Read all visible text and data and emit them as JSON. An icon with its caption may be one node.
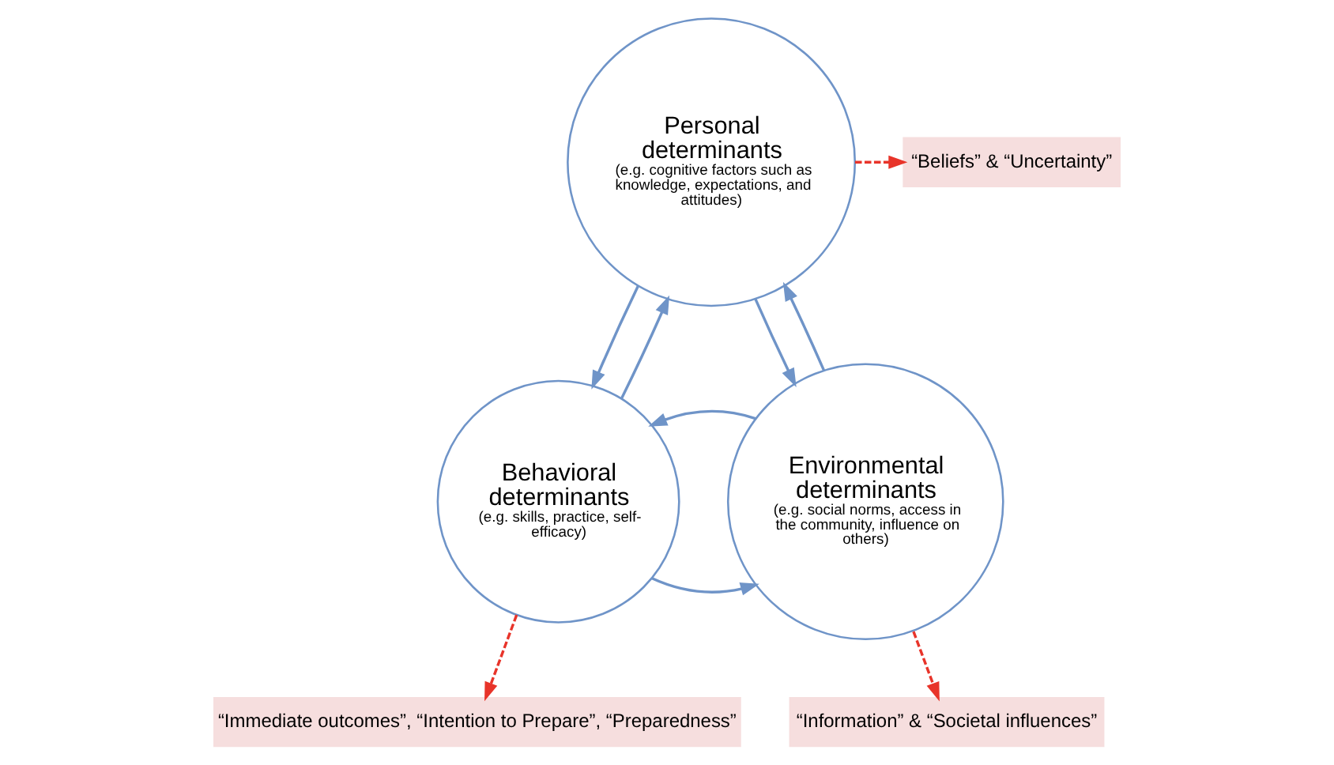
{
  "diagram": {
    "nodes": [
      {
        "text": [
          "Personal determinants",
          "(e.g. cognitive factors such as knowledge, expectations, and attitudes)"
        ]
      },
      {
        "text": [
          "Behavioral determinants",
          "(e.g. skills, practice, self-efficacy)"
        ]
      },
      {
        "text": [
          "Environmental determinants",
          "(e.g. social norms, access in the community, influence on others)"
        ]
      },
      {
        "text": [
          "“Beliefs” & “Uncertainty”"
        ]
      },
      {
        "text": [
          "“Immediate outcomes”, “Intention to Prepare”, “Preparedness”"
        ]
      },
      {
        "text": [
          "“Information” & “Societal influences”"
        ]
      }
    ],
    "edges": [
      {
        "from": 1,
        "to": 0,
        "arrow": "to"
      },
      {
        "from": 0,
        "to": 1,
        "arrow": "to"
      },
      {
        "from": 2,
        "to": 0,
        "arrow": "to"
      },
      {
        "from": 0,
        "to": 2,
        "arrow": "to"
      },
      {
        "from": 1,
        "to": 2,
        "arrow": "to"
      },
      {
        "from": 2,
        "to": 1,
        "arrow": "to"
      },
      {
        "from": 0,
        "to": 3,
        "arrow": "to",
        "style": "dashed",
        "color": "#e8342a"
      },
      {
        "from": 1,
        "to": 4,
        "arrow": "to",
        "style": "dashed",
        "color": "#e8342a"
      },
      {
        "from": 2,
        "to": 5,
        "arrow": "to",
        "style": "dashed",
        "color": "#e8342a"
      }
    ]
  }
}
